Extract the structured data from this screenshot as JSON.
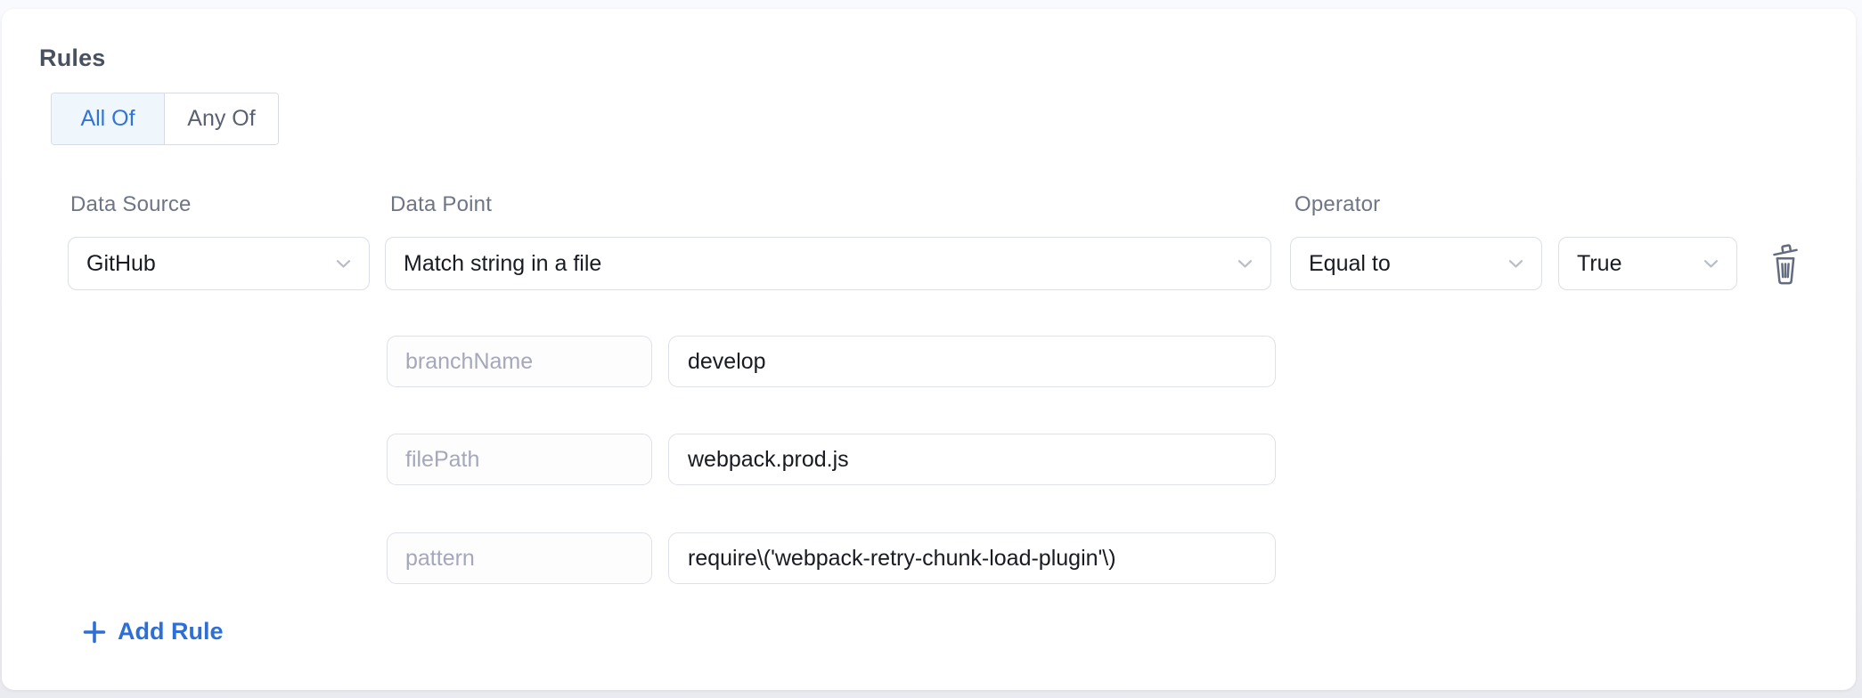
{
  "heading": "Rules",
  "toggle": {
    "all_of_label": "All Of",
    "any_of_label": "Any Of",
    "selected": "All Of"
  },
  "rule": {
    "data_source_label": "Data Source",
    "data_source_value": "GitHub",
    "data_point_label": "Data Point",
    "data_point_value": "Match string in a file",
    "operator_label": "Operator",
    "operator_value": "Equal to",
    "expected_value": "True"
  },
  "parameters": [
    {
      "key": "branchName",
      "value": "develop"
    },
    {
      "key": "filePath",
      "value": "webpack.prod.js"
    },
    {
      "key": "pattern",
      "value": "require\\('webpack-retry-chunk-load-plugin'\\)"
    }
  ],
  "actions": {
    "add_rule_label": "Add Rule"
  },
  "icons": {
    "chevron_down": "chevron-down",
    "trash": "trash",
    "plus": "plus"
  },
  "colors": {
    "accent_blue": "#2e6fd6",
    "selected_segment_text": "#3273d8",
    "selected_segment_bg": "#eff7fc",
    "label_gray": "#6e7585",
    "border_gray": "#dcdfe6",
    "value_text": "#181b22",
    "disabled_key_text": "#a5a8ba",
    "trash_gray": "#636b7e",
    "card_bg": "#ffffff",
    "page_bg": "#eef0f4"
  }
}
